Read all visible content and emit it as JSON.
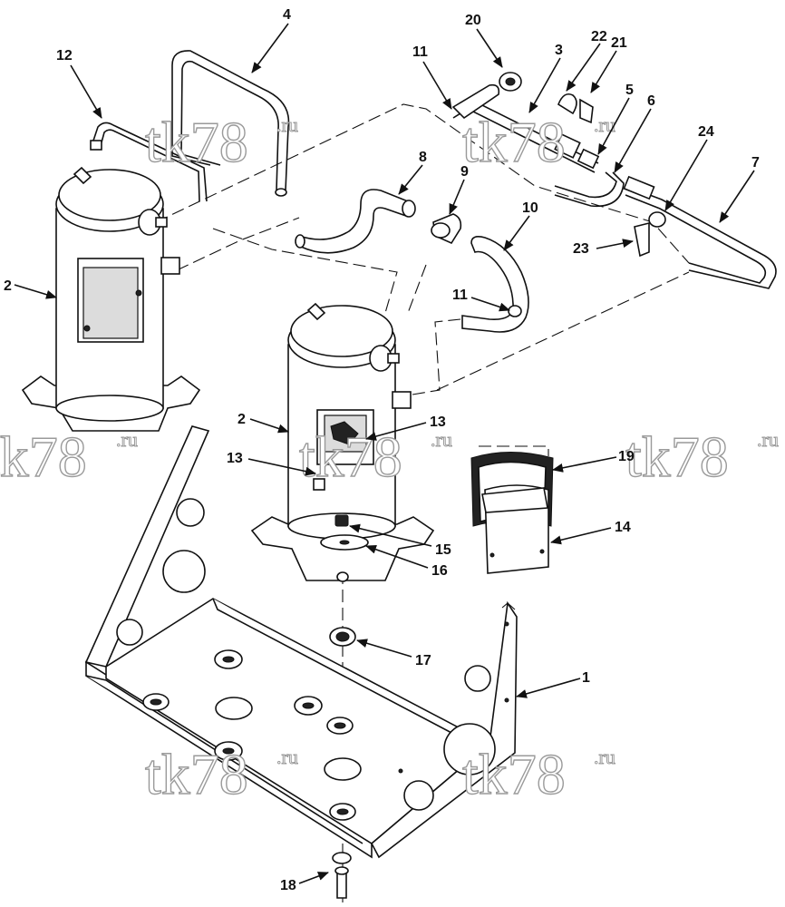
{
  "figure": {
    "watermark_main": "tk78",
    "watermark_sup": ".ru",
    "callouts": {
      "c1": "1",
      "c2a": "2",
      "c2b": "2",
      "c3": "3",
      "c4": "4",
      "c5": "5",
      "c6": "6",
      "c7": "7",
      "c8": "8",
      "c9": "9",
      "c10": "10",
      "c11a": "11",
      "c11b": "11",
      "c12": "12",
      "c13a": "13",
      "c13b": "13",
      "c14": "14",
      "c15": "15",
      "c16": "16",
      "c17": "17",
      "c18": "18",
      "c19": "19",
      "c20": "20",
      "c21": "21",
      "c22": "22",
      "c23": "23",
      "c24": "24"
    }
  }
}
